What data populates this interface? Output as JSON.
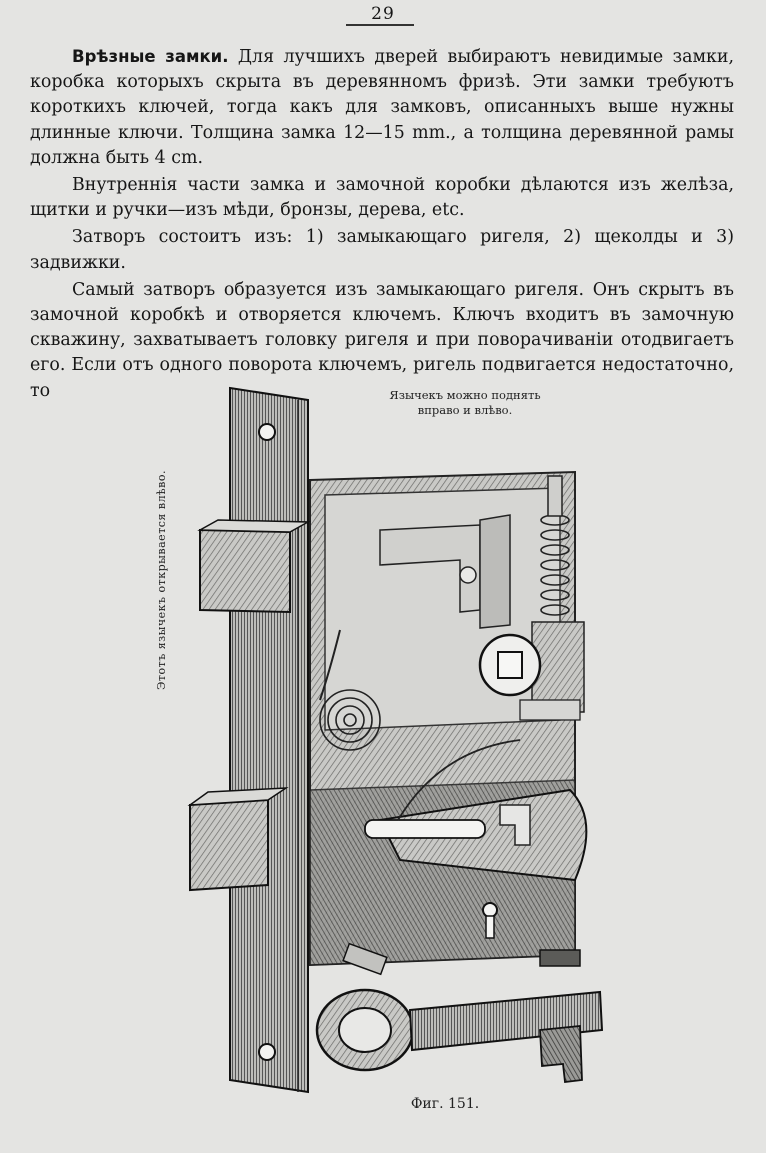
{
  "page": {
    "number": "29"
  },
  "text": {
    "p1_lead": "Врѣзные замки.",
    "p1_rest": " Для лучшихъ дверей выбираютъ невидимые замки, коробка которыхъ скрыта въ деревянномъ фризѣ. Эти замки требуютъ короткихъ ключей, тогда какъ для замковъ, описанныхъ выше нужны длинные ключи. Толщина замка 12—15 mm., а толщина деревянной рамы должна быть 4 cm.",
    "p2": "Внутреннія части замка и замочной коробки дѣлаются изъ желѣза, щитки и ручки—изъ мѣди, бронзы, дерева, etc.",
    "p3": "Затворъ состоитъ изъ: 1) замыкающаго ригеля, 2) щеколды и 3) задвижки.",
    "p4": "Самый затворъ образуется изъ замыкающаго ригеля. Онъ скрытъ въ замочной коробкѣ и отворяется ключемъ. Ключъ входитъ въ замочную скважину, захватываетъ головку ригеля и при поворачиваніи отодвигаетъ его. Если отъ одного поворота ключемъ, ригель подвигается недостаточно, то"
  },
  "figure": {
    "top_caption_line1": "Язычекъ можно поднять",
    "top_caption_line2": "вправо и влѣво.",
    "side_caption": "Этотъ язычекъ открывается влѣво.",
    "label": "Фиг. 151."
  }
}
